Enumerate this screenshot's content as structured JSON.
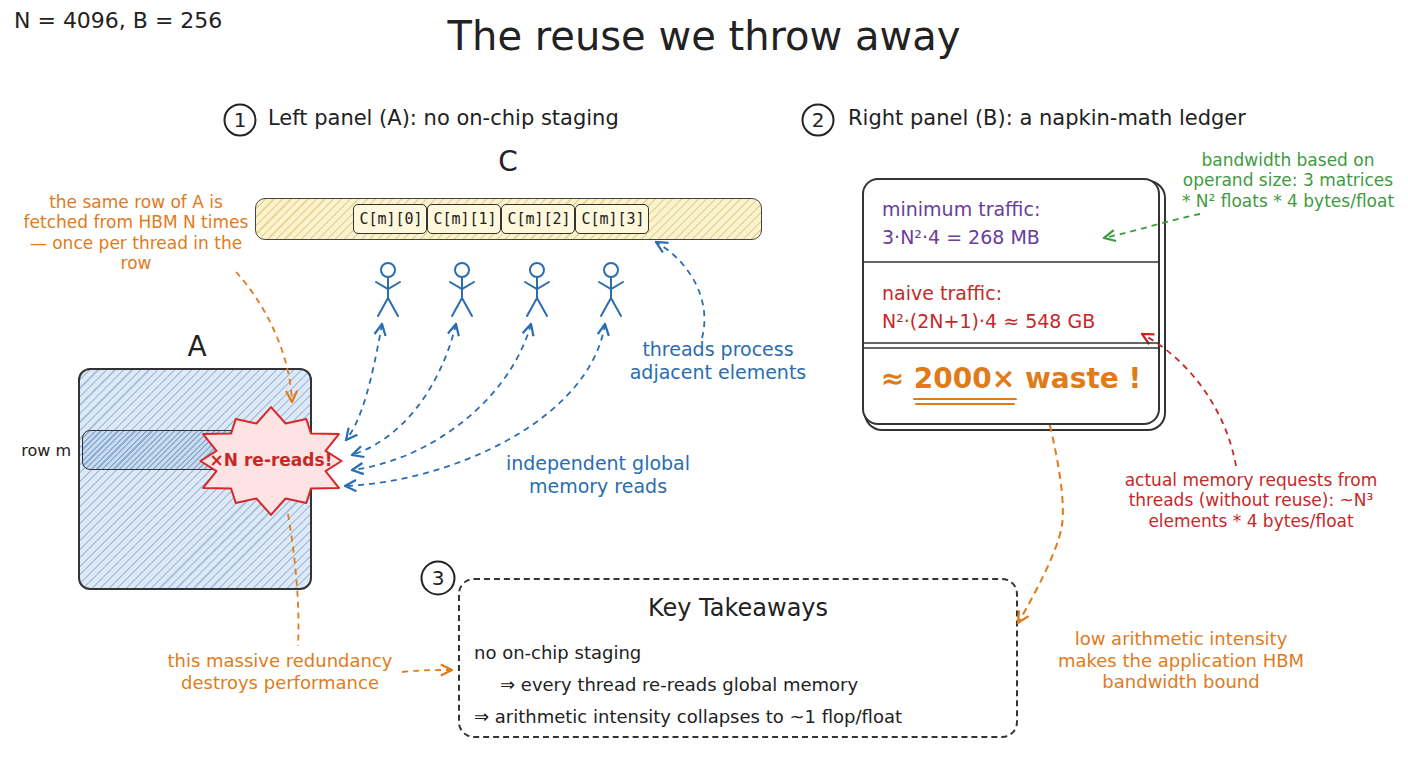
{
  "diagram": {
    "title": "The reuse we throw away",
    "nodes": [
      {
        "text": [
          "1"
        ]
      },
      {
        "text": [
          "2"
        ]
      },
      {
        "text": [
          "C"
        ]
      },
      {
        "text": [
          "C[m][0]"
        ],
        "in": 2
      },
      {
        "text": [
          "C[m][1]"
        ],
        "in": 2
      },
      {
        "text": [
          "C[m][2]"
        ],
        "in": 2
      },
      {
        "text": [
          "C[m][3]"
        ],
        "in": 2
      },
      {
        "text": [
          "minimum traffic:",
          "3·N²·4 = 268 MB",
          "naive traffic:",
          "N²·(2N+1)·4 ≈ 548 GB",
          "≈ 2000× waste !"
        ]
      },
      {
        "text": [
          "A"
        ]
      },
      {
        "text": [
          "row m"
        ],
        "in": 8
      },
      {
        "text": [
          "×N re-reads!"
        ],
        "in": 9
      },
      {
        "text": [
          "3"
        ]
      },
      {
        "text": [
          "Key Takeaways",
          "no on-chip staging",
          "⇒ every thread re-reads global memory",
          "⇒ arithmetic intensity collapses to ~1 flop/float"
        ]
      }
    ],
    "edges": [
      {
        "from": 7,
        "to": 12,
        "arrow": "to"
      }
    ],
    "labels": [
      "N = 4096, B = 256",
      "Left panel (A): no on-chip staging",
      "Right panel (B): a napkin-math ledger",
      "the same row of A is fetched from HBM N times — once per thread in the row",
      "threads process adjacent elements",
      "independent global memory reads",
      "this massive redundancy destroys performance",
      "bandwidth based on operand size: 3 matrices * N² floats * 4 bytes/float",
      "actual memory requests from threads (without reuse): ~N³ elements * 4 bytes/float",
      "low arithmetic intensity makes the application HBM bandwidth bound"
    ]
  }
}
